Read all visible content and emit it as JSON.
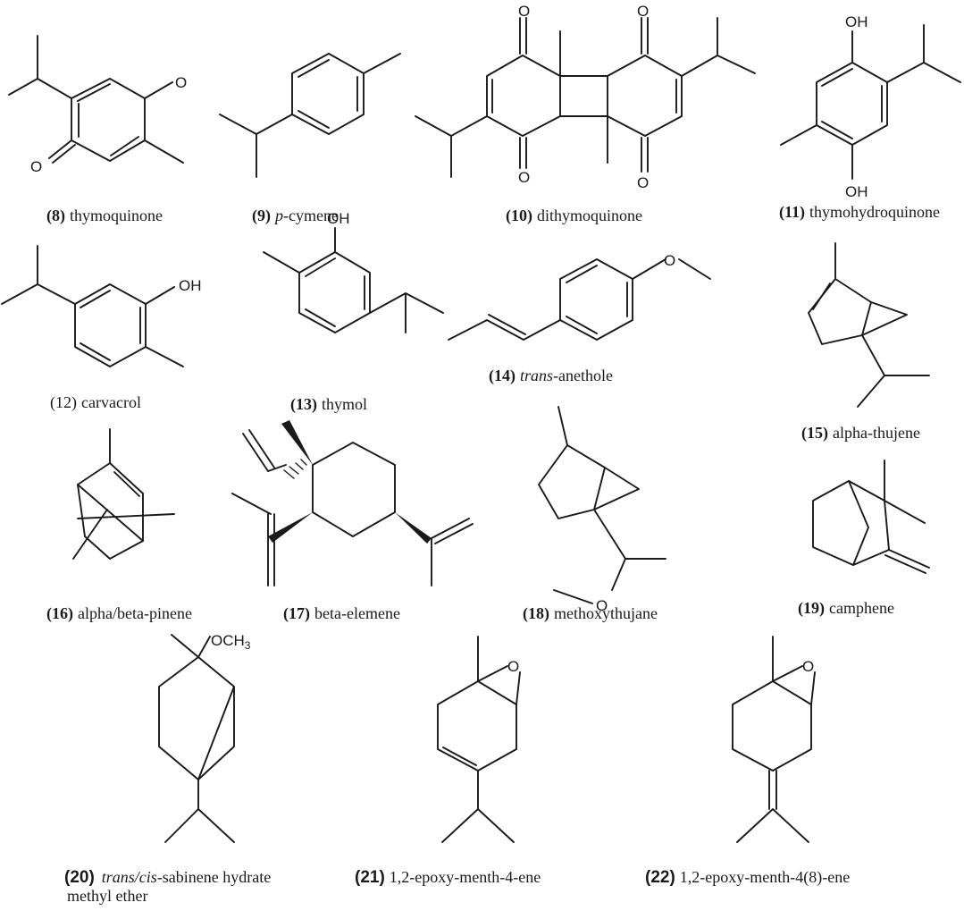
{
  "atoms": {
    "o": "O",
    "oh": "OH",
    "och3_main": "OCH",
    "och3_sub": "3"
  },
  "compounds": [
    {
      "id": "8",
      "number": "(8)",
      "name": "thymoquinone"
    },
    {
      "id": "9",
      "number": "(9)",
      "name_prefix": "p",
      "name": "-cymene"
    },
    {
      "id": "10",
      "number": "(10)",
      "name": "dithymoquinone"
    },
    {
      "id": "11",
      "number": "(11)",
      "name": "thymohydroquinone"
    },
    {
      "id": "12",
      "number": "(12)",
      "name": "carvacrol"
    },
    {
      "id": "13",
      "number": "(13)",
      "name": "thymol"
    },
    {
      "id": "14",
      "number": "(14)",
      "name_prefix": "trans",
      "name": "-anethole"
    },
    {
      "id": "15",
      "number": "(15)",
      "name": "alpha-thujene"
    },
    {
      "id": "16",
      "number": "(16)",
      "name": "alpha/beta-pinene"
    },
    {
      "id": "17",
      "number": "(17)",
      "name": "beta-elemene"
    },
    {
      "id": "18",
      "number": "(18)",
      "name": "methoxythujane"
    },
    {
      "id": "19",
      "number": "(19)",
      "name": "camphene"
    },
    {
      "id": "20",
      "number": "(20)",
      "name_prefix": "trans/cis",
      "name": "-sabinene hydrate",
      "name_line2": "methyl ether"
    },
    {
      "id": "21",
      "number": "(21)",
      "name": "1,2-epoxy-menth-4-ene"
    },
    {
      "id": "22",
      "number": "(22)",
      "name": "1,2-epoxy-menth-4(8)-ene"
    }
  ]
}
